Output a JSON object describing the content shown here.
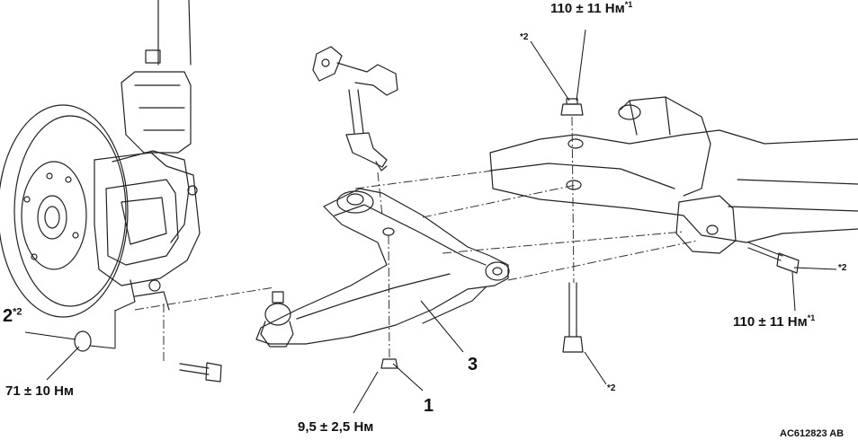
{
  "labels": {
    "top_torque": {
      "value": "110 ± 11 Нм",
      "mark": "*1"
    },
    "top_note": "*2",
    "right_note": "*2",
    "right_torque": {
      "value": "110 ± 11 Нм",
      "mark": "*1"
    },
    "bottom_note": "*2",
    "part_2": {
      "value": "2",
      "mark": "*2"
    },
    "left_torque": "71 ± 10 Нм",
    "part_1": "1",
    "part_3": "3",
    "bottom_torque": "9,5 ± 2,5 Нм",
    "figure_code": "AC612823 AB"
  }
}
